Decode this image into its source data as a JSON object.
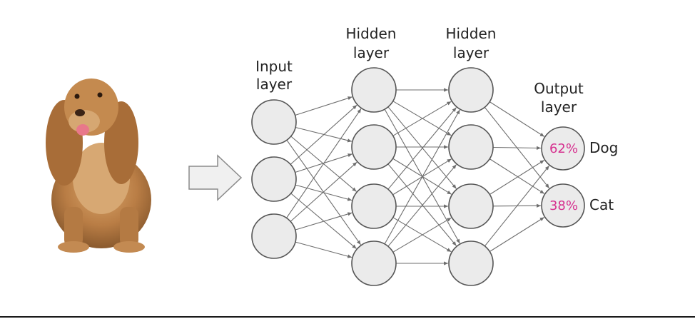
{
  "diagram": {
    "layers": [
      {
        "id": "input",
        "title_lines": [
          "Input",
          "layer"
        ],
        "node_count": 3
      },
      {
        "id": "hidden1",
        "title_lines": [
          "Hidden",
          "layer"
        ],
        "node_count": 4
      },
      {
        "id": "hidden2",
        "title_lines": [
          "Hidden",
          "layer"
        ],
        "node_count": 4
      },
      {
        "id": "output",
        "title_lines": [
          "Output",
          "layer"
        ],
        "node_count": 2
      }
    ],
    "outputs": [
      {
        "percent": "62%",
        "label": "Dog"
      },
      {
        "percent": "38%",
        "label": "Cat"
      }
    ],
    "image_subject": "dog-photo",
    "colors": {
      "node_fill": "#ebebeb",
      "node_stroke": "#555555",
      "edge": "#6d6d6d",
      "percent_text": "#d6318f",
      "text": "#222222",
      "arrow_fill": "#f0f0f0",
      "arrow_stroke": "#8a8a8a"
    }
  }
}
